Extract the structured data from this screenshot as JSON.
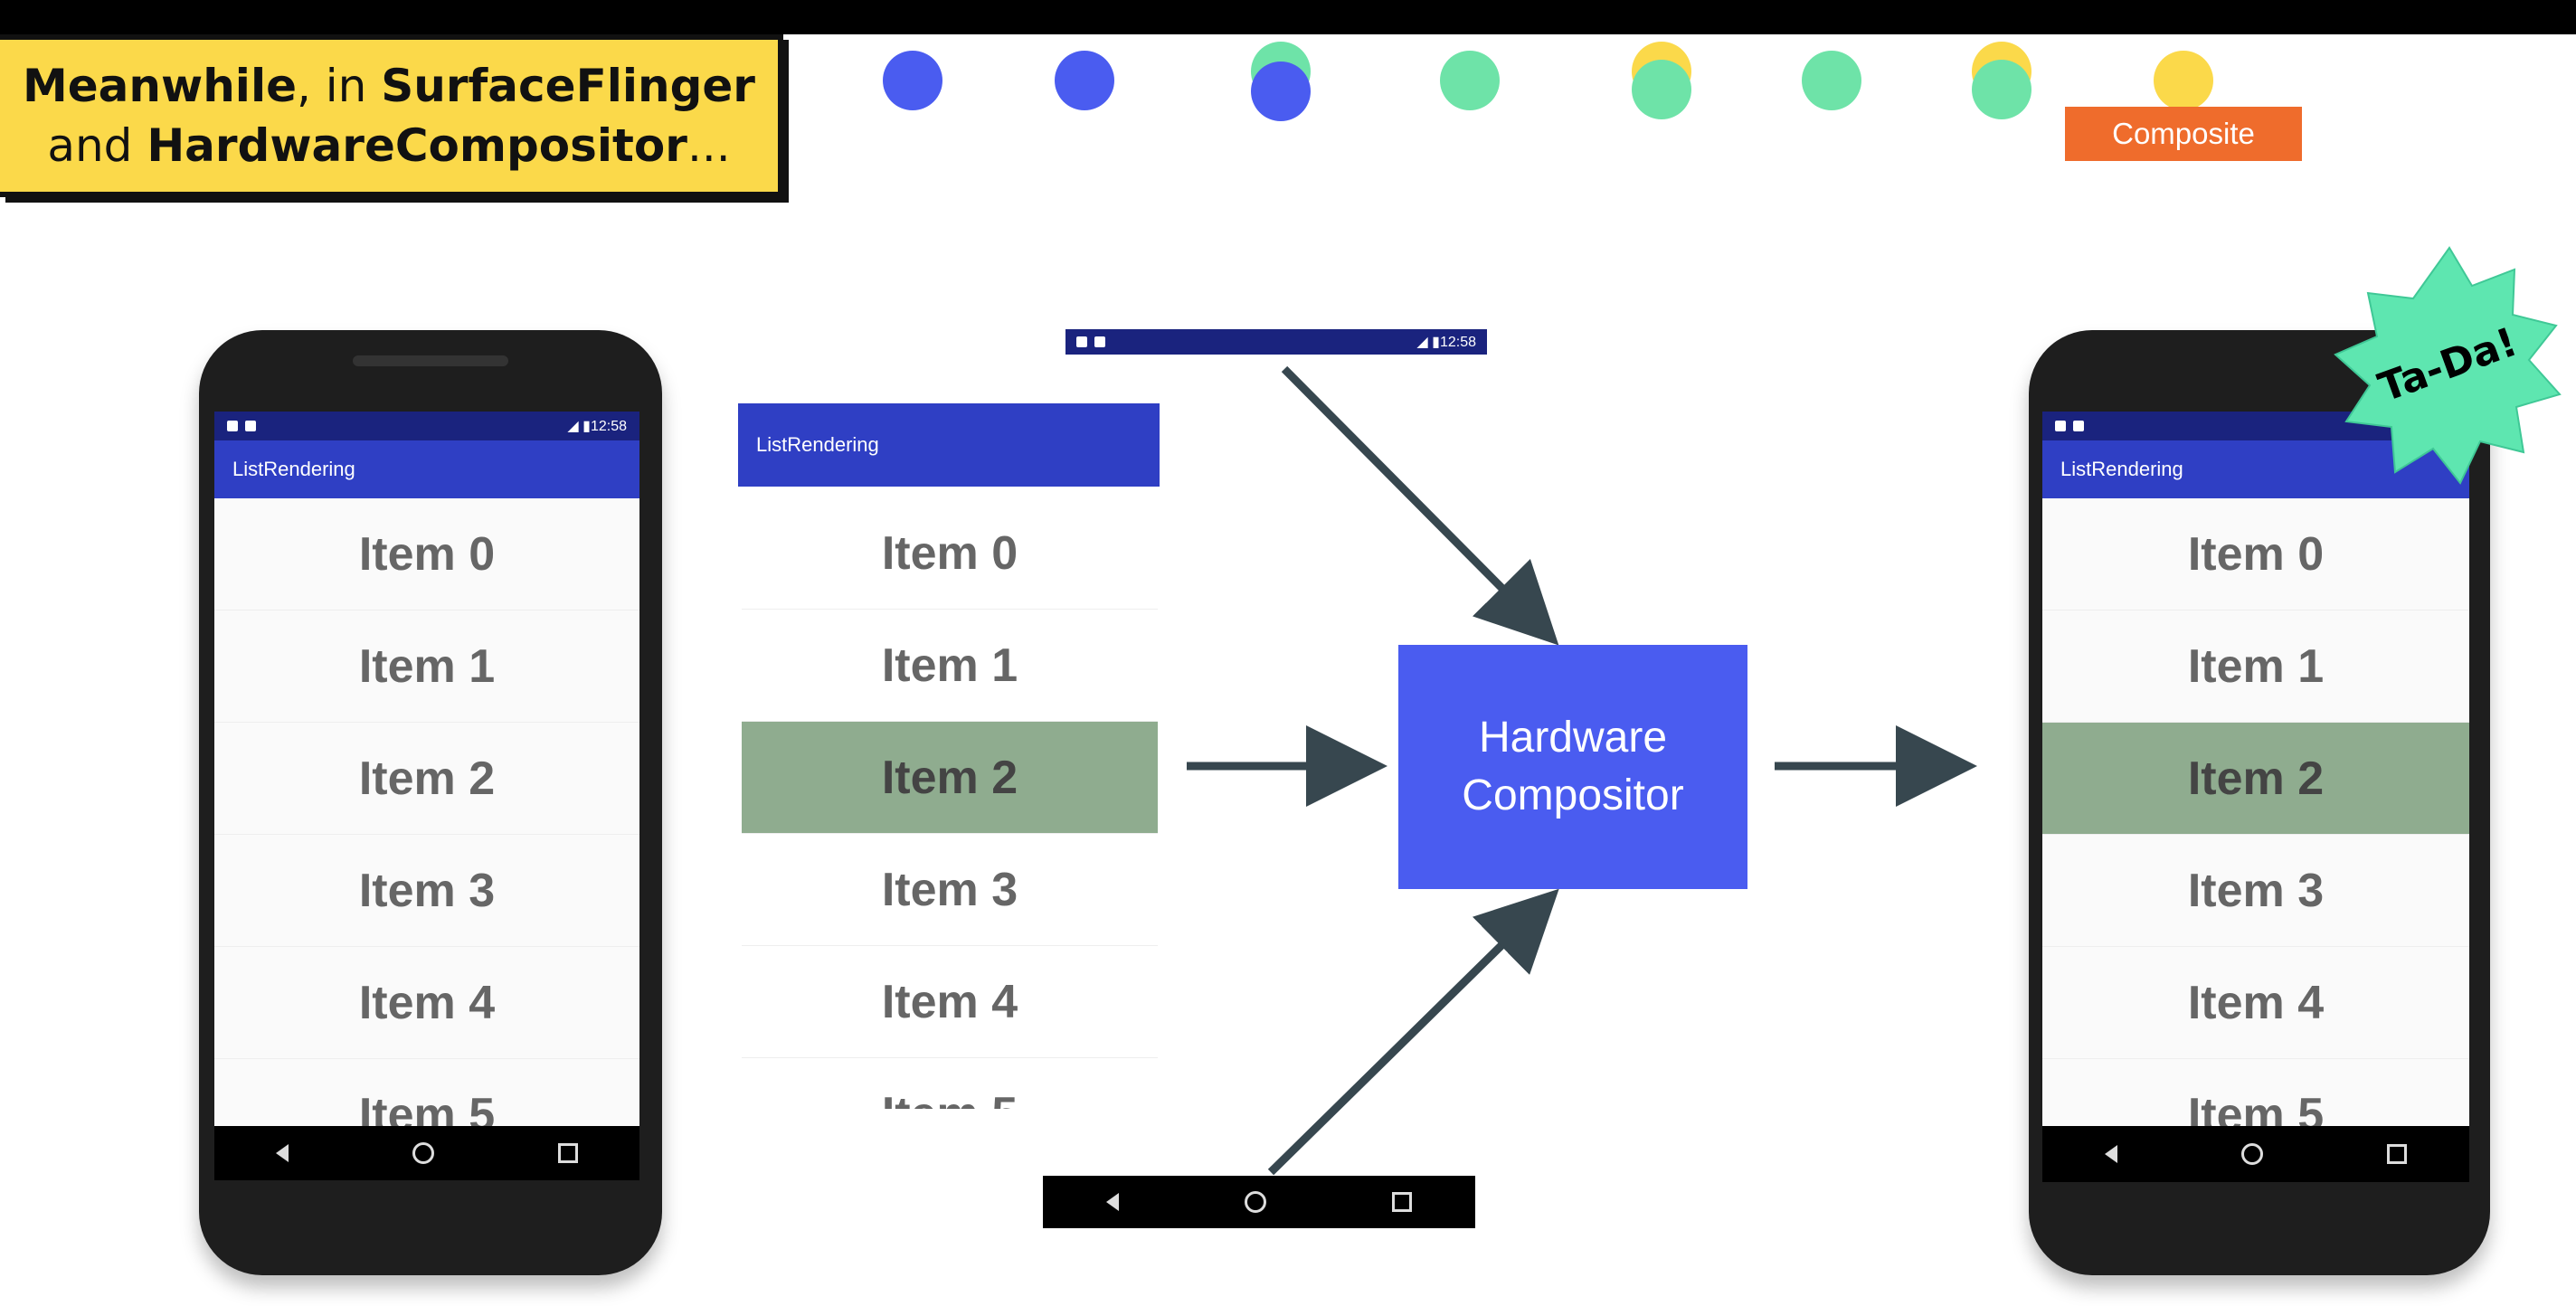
{
  "banner": {
    "line1_a": "Meanwhile",
    "line1_b": ", in ",
    "line1_c": "SurfaceFlinger",
    "line2_a": "and ",
    "line2_b": "HardwareCompositor",
    "line2_c": "..."
  },
  "timeline": {
    "composite_label": "Composite"
  },
  "phone": {
    "status_time": "12:58",
    "app_title": "ListRendering",
    "items": [
      "Item 0",
      "Item 1",
      "Item 2",
      "Item 3",
      "Item 4",
      "Item 5"
    ],
    "selected_index": 2
  },
  "compositor": {
    "line1": "Hardware",
    "line2": "Compositor"
  },
  "tada": "Ta-Da!",
  "colors": {
    "banner": "#fbd94a",
    "dot_blue": "#4a5cf0",
    "dot_green": "#6ee3a8",
    "dot_yellow": "#fbd94a",
    "composite": "#ef6c2c",
    "compositor": "#4a5cf0",
    "selected_item": "#8fac8f",
    "app_bar": "#2f3fc4",
    "status_bar": "#1a237e",
    "arrow": "#37474f",
    "badge": "#5ee6b0"
  }
}
